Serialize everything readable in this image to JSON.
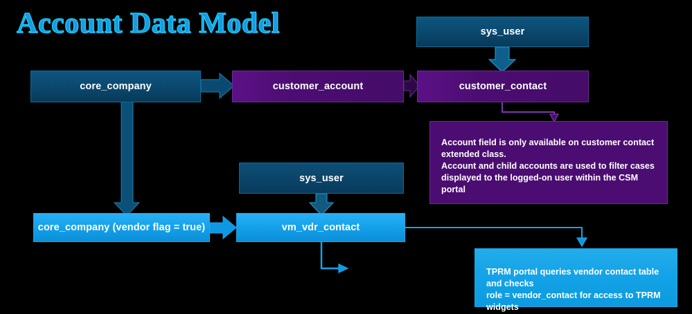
{
  "title": "Account Data Model",
  "colors": {
    "background": "#000000",
    "title_fill": "#1b9ae0",
    "title_outline": "#19d2ff",
    "teal": "#0b4a70",
    "purple": "#4b0d71",
    "bright_blue": "#14a3e8"
  },
  "nodes": {
    "sys_user_top": {
      "label": "sys_user"
    },
    "core_company": {
      "label": "core_company"
    },
    "customer_account": {
      "label": "customer_account"
    },
    "customer_contact": {
      "label": "customer_contact"
    },
    "sys_user_bottom": {
      "label": "sys_user"
    },
    "core_company_vendor": {
      "label": "core_company (vendor flag = true)"
    },
    "vm_vdr_contact": {
      "label": "vm_vdr_contact"
    }
  },
  "notes": {
    "customer_contact_note": {
      "line1": "Account  field is only available on customer contact",
      "line2": "extended class.",
      "line3": "Account  and child accounts are used to filter cases",
      "line4": "displayed to the logged-on user within the CSM portal"
    },
    "tprm_note": {
      "line1": "TPRM portal queries vendor contact table and checks",
      "line2": "role = vendor_contact for access to TPRM widgets"
    }
  },
  "connectors": [
    {
      "name": "core-company-to-customer-account",
      "style": "block-arrow-right",
      "color": "#0b4a70"
    },
    {
      "name": "customer-account-to-customer-contact",
      "style": "block-arrow-right",
      "color": "#2a0a40"
    },
    {
      "name": "sys-user-top-to-customer-contact",
      "style": "block-arrow-down",
      "color": "#0b5f8e"
    },
    {
      "name": "core-company-to-core-company-vendor",
      "style": "block-arrow-down",
      "color": "#0b5078"
    },
    {
      "name": "customer-contact-to-note",
      "style": "elbow-arrow",
      "color": "#7a3aa8"
    },
    {
      "name": "sys-user-bottom-to-vm-vdr-contact",
      "style": "block-arrow-down",
      "color": "#12587f"
    },
    {
      "name": "core-company-vendor-to-vm-vdr-contact",
      "style": "block-arrow-right",
      "color": "#0b8fd8"
    },
    {
      "name": "vm-vdr-contact-to-tprm-note",
      "style": "elbow-arrow",
      "color": "#14a3e8"
    },
    {
      "name": "vm-vdr-contact-branch",
      "style": "elbow-arrow",
      "color": "#14a3e8"
    }
  ]
}
